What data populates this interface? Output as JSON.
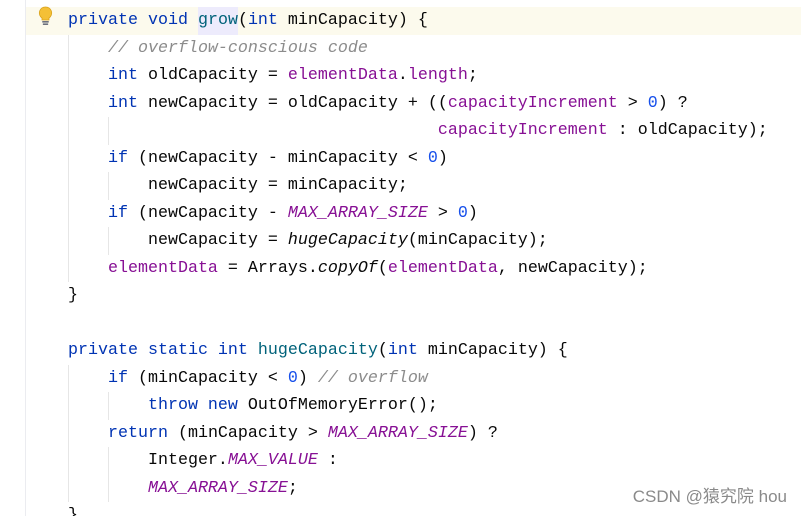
{
  "colors": {
    "editor_background": "#FFFFFF",
    "caret_row": "#FCFAED",
    "keyword": "#0033B3",
    "method_declaration": "#00627A",
    "field": "#871094",
    "comment": "#8C8C8C",
    "number": "#1750EB",
    "identifier_highlight": "#EDEBFC"
  },
  "gutter": {
    "intention_icon": "lightbulb-icon"
  },
  "editor": {
    "lines": [
      {
        "tokens": [
          {
            "text": "private void ",
            "color": "#0033B3"
          },
          {
            "text": "grow",
            "color": "#00627A",
            "background": "#EDEBFC"
          },
          {
            "text": "("
          },
          {
            "text": "int ",
            "color": "#0033B3"
          },
          {
            "text": "minCapacity) {"
          }
        ]
      },
      {
        "tokens": [
          {
            "text": "    // overflow-conscious code",
            "color": "#8C8C8C",
            "italic": true
          }
        ]
      },
      {
        "tokens": [
          {
            "text": "    int ",
            "color": "#0033B3"
          },
          {
            "text": "oldCapacity = "
          },
          {
            "text": "elementData",
            "color": "#871094"
          },
          {
            "text": "."
          },
          {
            "text": "length",
            "color": "#871094"
          },
          {
            "text": ";"
          }
        ]
      },
      {
        "tokens": [
          {
            "text": "    int ",
            "color": "#0033B3"
          },
          {
            "text": "newCapacity = oldCapacity + (("
          },
          {
            "text": "capacityIncrement",
            "color": "#871094"
          },
          {
            "text": " > "
          },
          {
            "text": "0",
            "color": "#1750EB"
          },
          {
            "text": ") ?"
          }
        ]
      },
      {
        "tokens": [
          {
            "text": "                                     capacityIncrement",
            "color": "#871094"
          },
          {
            "text": " : oldCapacity);"
          }
        ]
      },
      {
        "tokens": [
          {
            "text": "    if ",
            "color": "#0033B3"
          },
          {
            "text": "(newCapacity - minCapacity < "
          },
          {
            "text": "0",
            "color": "#1750EB"
          },
          {
            "text": ")"
          }
        ]
      },
      {
        "tokens": [
          {
            "text": "        newCapacity = minCapacity;"
          }
        ]
      },
      {
        "tokens": [
          {
            "text": "    if ",
            "color": "#0033B3"
          },
          {
            "text": "(newCapacity - "
          },
          {
            "text": "MAX_ARRAY_SIZE",
            "color": "#871094",
            "italic": true
          },
          {
            "text": " > "
          },
          {
            "text": "0",
            "color": "#1750EB"
          },
          {
            "text": ")"
          }
        ]
      },
      {
        "tokens": [
          {
            "text": "        newCapacity = "
          },
          {
            "text": "hugeCapacity",
            "italic": true
          },
          {
            "text": "(minCapacity);"
          }
        ]
      },
      {
        "tokens": [
          {
            "text": "    elementData",
            "color": "#871094"
          },
          {
            "text": " = Arrays."
          },
          {
            "text": "copyOf",
            "italic": true
          },
          {
            "text": "("
          },
          {
            "text": "elementData",
            "color": "#871094"
          },
          {
            "text": ", newCapacity);"
          }
        ]
      },
      {
        "tokens": [
          {
            "text": "}"
          }
        ]
      },
      {
        "tokens": []
      },
      {
        "tokens": [
          {
            "text": "private static int ",
            "color": "#0033B3"
          },
          {
            "text": "hugeCapacity",
            "color": "#00627A"
          },
          {
            "text": "("
          },
          {
            "text": "int ",
            "color": "#0033B3"
          },
          {
            "text": "minCapacity) {"
          }
        ]
      },
      {
        "tokens": [
          {
            "text": "    if ",
            "color": "#0033B3"
          },
          {
            "text": "(minCapacity < "
          },
          {
            "text": "0",
            "color": "#1750EB"
          },
          {
            "text": ") "
          },
          {
            "text": "// overflow",
            "color": "#8C8C8C",
            "italic": true
          }
        ]
      },
      {
        "tokens": [
          {
            "text": "        throw new ",
            "color": "#0033B3"
          },
          {
            "text": "OutOfMemoryError();"
          }
        ]
      },
      {
        "tokens": [
          {
            "text": "    return ",
            "color": "#0033B3"
          },
          {
            "text": "(minCapacity > "
          },
          {
            "text": "MAX_ARRAY_SIZE",
            "color": "#871094",
            "italic": true
          },
          {
            "text": ") ?"
          }
        ]
      },
      {
        "tokens": [
          {
            "text": "        Integer."
          },
          {
            "text": "MAX_VALUE",
            "color": "#871094",
            "italic": true
          },
          {
            "text": " :"
          }
        ]
      },
      {
        "tokens": [
          {
            "text": "        MAX_ARRAY_SIZE",
            "color": "#871094",
            "italic": true
          },
          {
            "text": ";"
          }
        ]
      },
      {
        "tokens": [
          {
            "text": "}"
          }
        ]
      }
    ]
  },
  "watermark": {
    "text": "CSDN @猿究院 hou"
  }
}
